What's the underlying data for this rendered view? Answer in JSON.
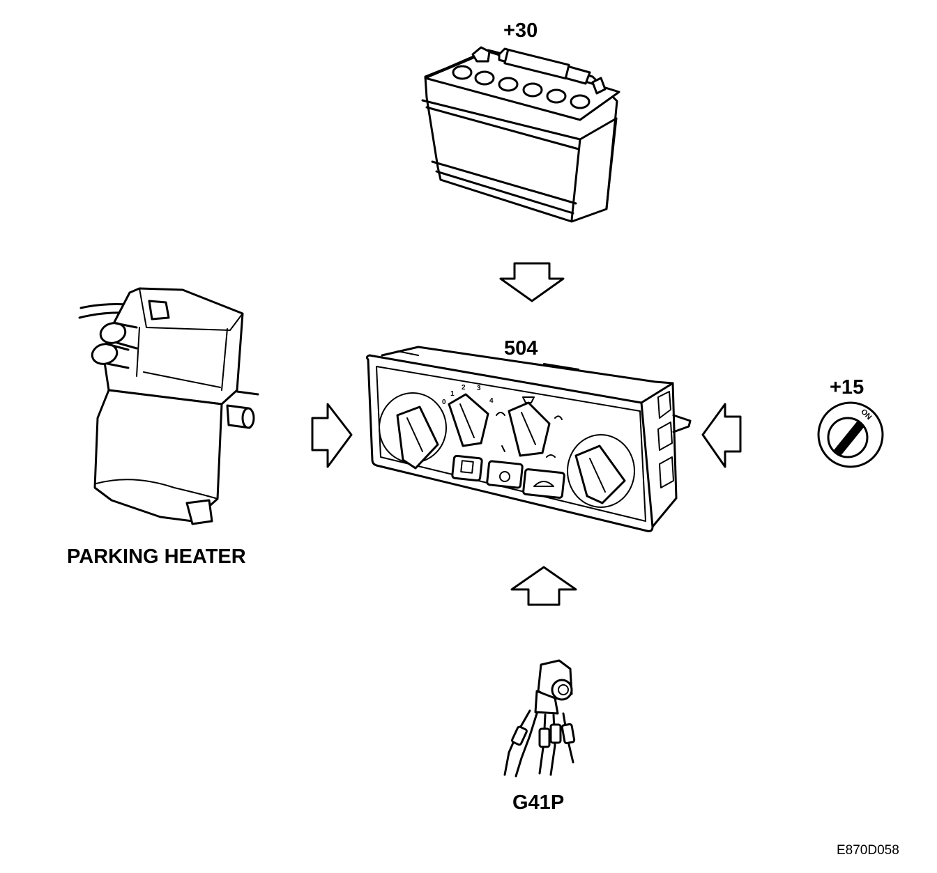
{
  "labels": {
    "battery": "+30",
    "control_unit": "504",
    "ignition": "+15",
    "ignition_switch_text": "ON",
    "parking_heater": "PARKING HEATER",
    "sensor": "G41P",
    "figure_code": "E870D058"
  },
  "knob_scale": [
    "0",
    "1",
    "2",
    "3",
    "4"
  ],
  "colors": {
    "line": "#000000",
    "background": "#ffffff"
  }
}
